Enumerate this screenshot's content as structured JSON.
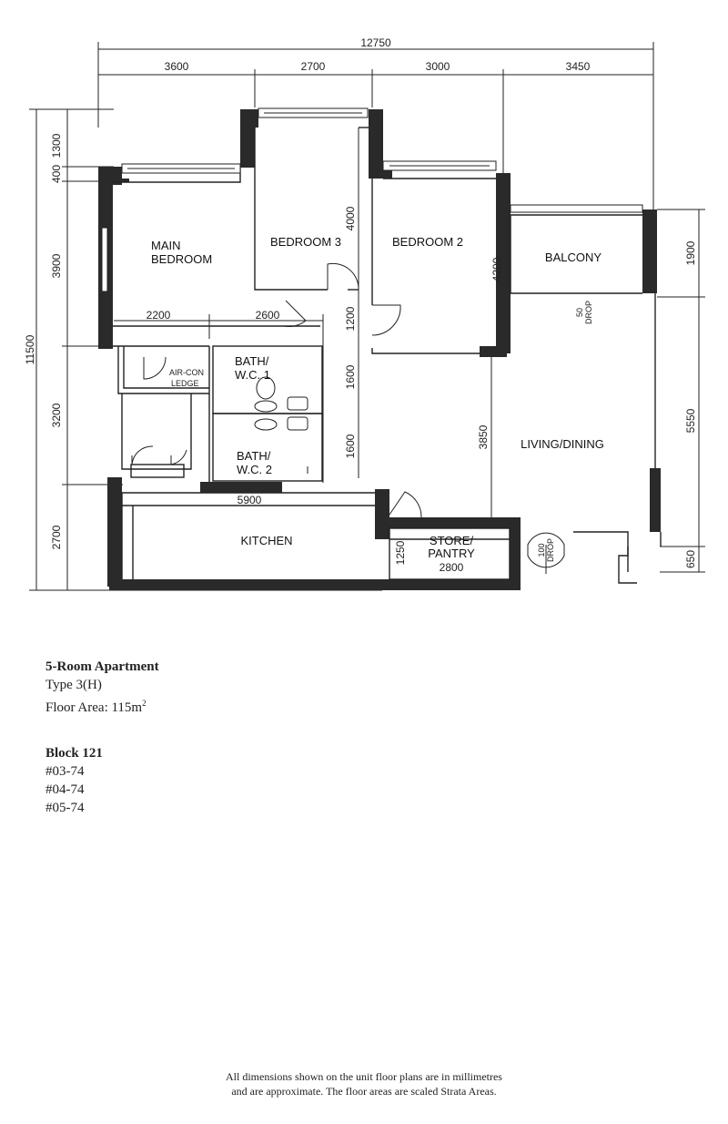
{
  "plan": {
    "overall_width": "12750",
    "top_segments": [
      "3600",
      "2700",
      "3000",
      "3450"
    ],
    "overall_height": "11500",
    "left_segments": [
      "1300",
      "400",
      "3900",
      "3200",
      "2700"
    ],
    "right_segments": [
      "1900",
      "5550",
      "650"
    ],
    "inner_dims": {
      "d4000": "4000",
      "d4200": "4200",
      "d2200": "2200",
      "d2600": "2600",
      "d1200": "1200",
      "d1600a": "1600",
      "d1600b": "1600",
      "d3850": "3850",
      "d5900": "5900",
      "d1250": "1250",
      "d2800": "2800"
    },
    "rooms": {
      "main_bedroom": [
        "MAIN",
        "BEDROOM"
      ],
      "bedroom3": "BEDROOM 3",
      "bedroom2": "BEDROOM 2",
      "balcony": "BALCONY",
      "bath1": [
        "BATH/",
        "W.C. 1"
      ],
      "bath2": [
        "BATH/",
        "W.C. 2"
      ],
      "aircon": [
        "AIR-CON",
        "LEDGE"
      ],
      "living": "LIVING/DINING",
      "kitchen": "KITCHEN",
      "store": [
        "STORE/",
        "PANTRY"
      ]
    },
    "drops": {
      "balcony": [
        "50",
        "DROP"
      ],
      "entrance": [
        "100",
        "DROP"
      ]
    }
  },
  "unit": {
    "name": "5-Room Apartment",
    "type": "Type 3(H)",
    "floor_area_label": "Floor Area: 115m",
    "floor_area_sup": "2"
  },
  "block": {
    "title": "Block 121",
    "units": [
      "#03-74",
      "#04-74",
      "#05-74"
    ]
  },
  "note": {
    "line1": "All dimensions shown on the unit floor plans are in millimetres",
    "line2": "and are approximate. The floor areas are scaled Strata Areas."
  }
}
